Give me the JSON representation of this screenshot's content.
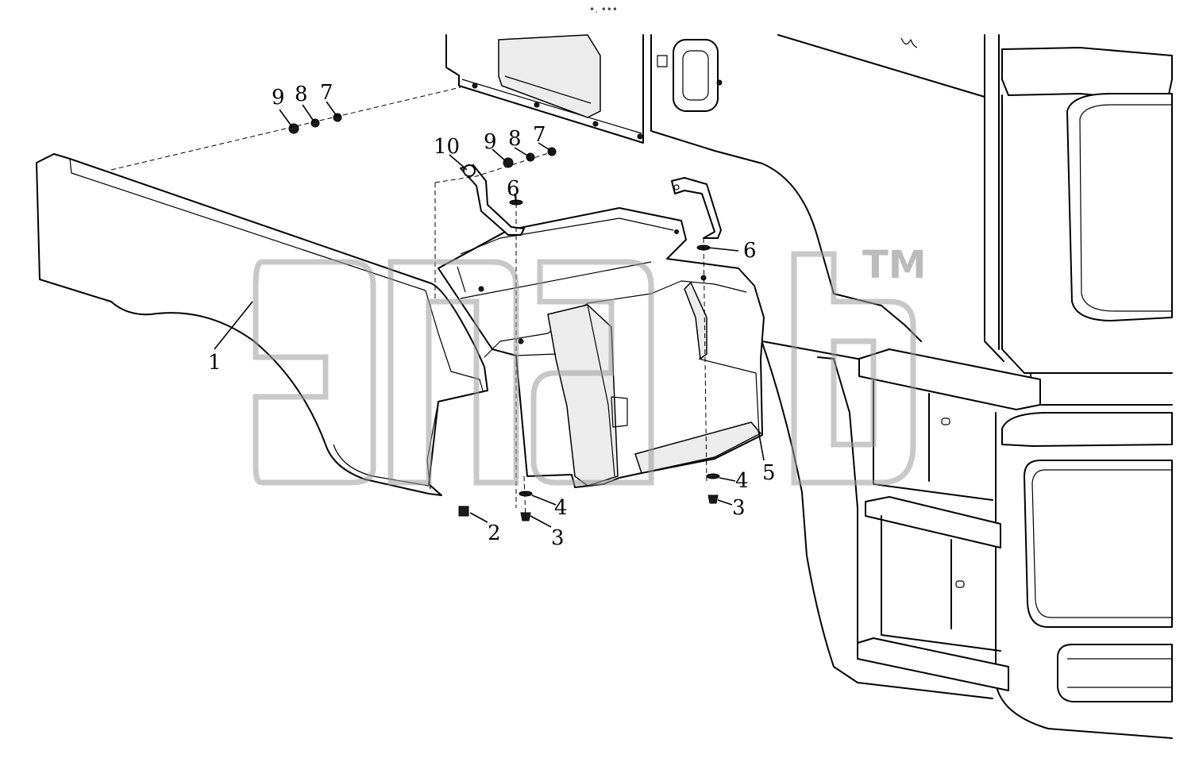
{
  "header": {
    "mark": "•. •••"
  },
  "watermark": {
    "trademark": "TM"
  },
  "callouts": {
    "c1": "1",
    "c2": "2",
    "c3a": "3",
    "c3b": "3",
    "c4a": "4",
    "c4b": "4",
    "c5": "5",
    "c6a": "6",
    "c6b": "6",
    "c7a": "7",
    "c7b": "7",
    "c8a": "8",
    "c8b": "8",
    "c9a": "9",
    "c9b": "9",
    "c10": "10"
  },
  "colors": {
    "ink": "#000000",
    "watermark": "#9a9a9a",
    "background": "#ffffff"
  }
}
